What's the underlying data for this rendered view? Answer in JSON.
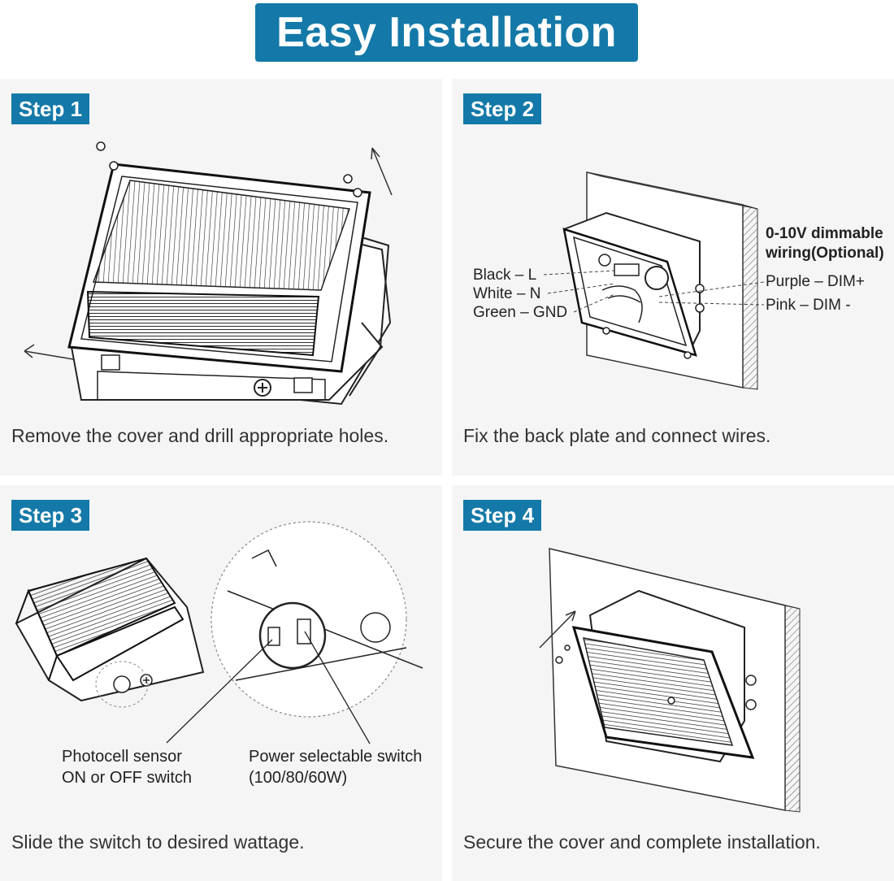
{
  "title": "Easy Installation",
  "colors": {
    "accent": "#1479a8",
    "panel_bg": "#f5f5f5",
    "line": "#222222"
  },
  "steps": [
    {
      "badge": "Step 1",
      "caption": "Remove the cover and drill appropriate holes."
    },
    {
      "badge": "Step 2",
      "caption": "Fix the back plate and connect wires."
    },
    {
      "badge": "Step 3",
      "caption": "Slide the switch to desired wattage."
    },
    {
      "badge": "Step 4",
      "caption": "Secure the cover and complete installation."
    }
  ],
  "wiring": {
    "heading_line1": "0-10V dimmable",
    "heading_line2": "wiring(Optional)",
    "black": "Black – L",
    "white": "White – N",
    "green": "Green – GND",
    "purple": "Purple – DIM+",
    "pink": "Pink – DIM -"
  },
  "switches": {
    "photocell_line1": "Photocell sensor",
    "photocell_line2": "ON or OFF switch",
    "power_line1": "Power selectable switch",
    "power_line2": "(100/80/60W)"
  }
}
